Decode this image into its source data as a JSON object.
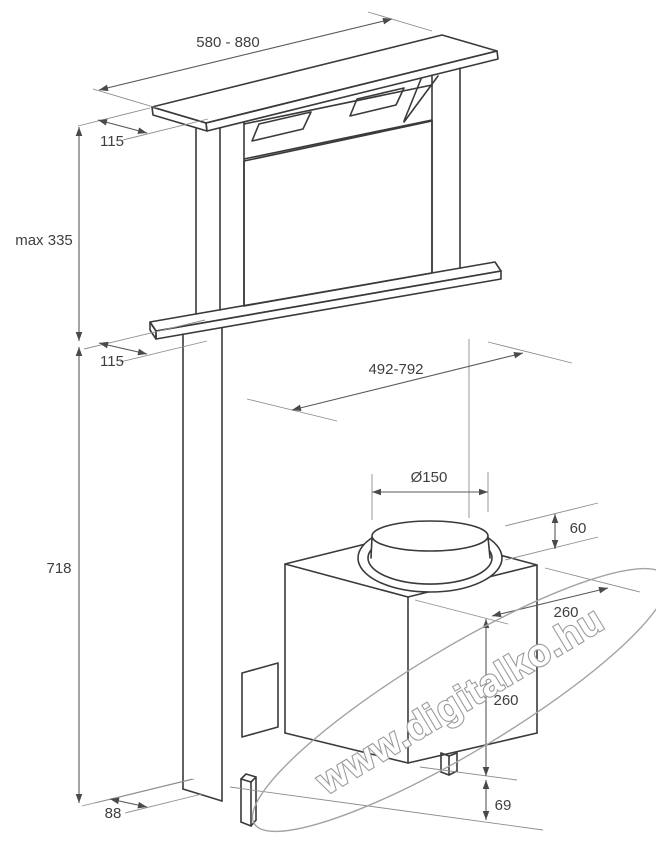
{
  "diagram": {
    "background": "#ffffff",
    "line_color": "#3a3a3a",
    "dimension_line_color": "#5a5a5a",
    "text_color": "#3f3f3f",
    "dimensions": {
      "top_width_range": "580 - 880",
      "top_depth": "115",
      "max_raise": "max 335",
      "worktop_setback": "115",
      "duct_offset_range": "492-792",
      "duct_diameter": "Ø150",
      "collar_height": "60",
      "below_worktop_height": "718",
      "motor_box_depth": "260",
      "motor_box_height": "260",
      "foot_height": "69",
      "base_setback": "88"
    },
    "watermark": "www.digitalko.hu"
  }
}
